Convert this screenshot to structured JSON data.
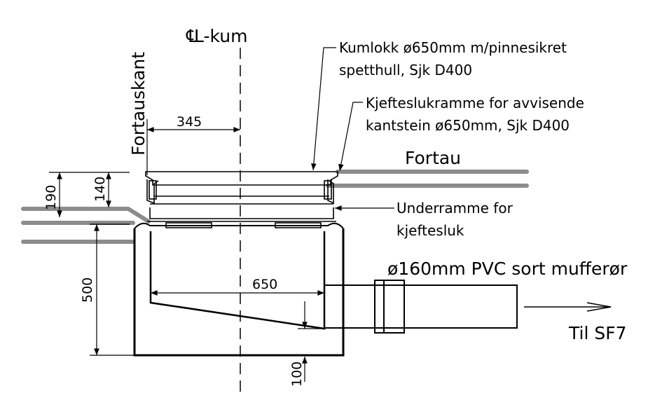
{
  "labels": {
    "centerline": "L-kum",
    "centerline_symbol": "℄",
    "curb_edge": "Fortauskant",
    "cover_line1": "Kumlokk ø650mm m/pinnesikret",
    "cover_line2": "spetthull, Sjk D400",
    "frame_line1": "Kjefteslukramme for avvisende",
    "frame_line2": "kantstein ø650mm, Sjk D400",
    "sidewalk": "Fortau",
    "subframe_line1": "Underramme for",
    "subframe_line2": "kjeftesluk",
    "pipe": "ø160mm PVC sort mufferør",
    "outlet": "Til SF7"
  },
  "dimensions": {
    "d345": "345",
    "d190": "190",
    "d140": "140",
    "d500": "500",
    "d650": "650",
    "d100": "100"
  },
  "colors": {
    "line": "#000000",
    "pavement": "#8c8c8c"
  }
}
